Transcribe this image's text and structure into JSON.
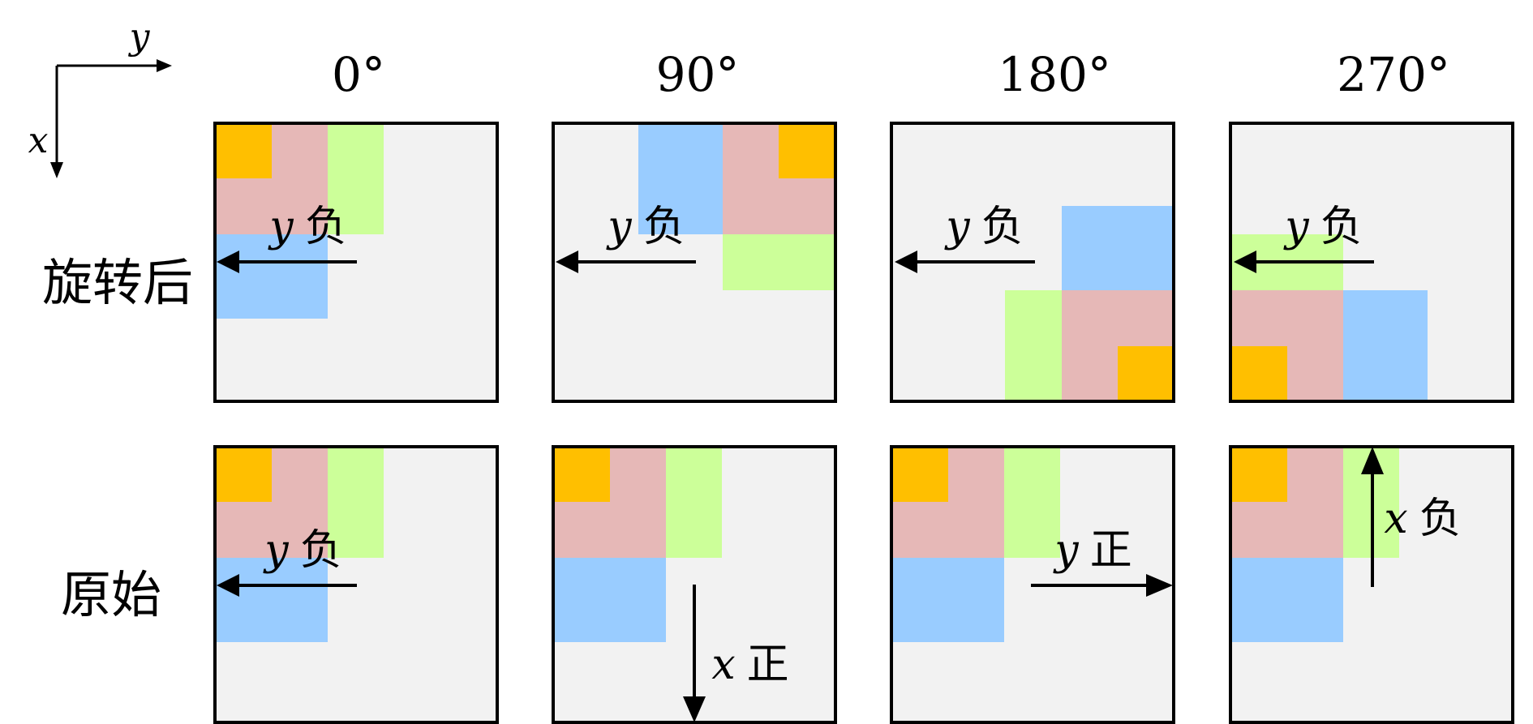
{
  "axes": {
    "x": "x",
    "y": "y"
  },
  "columns": [
    "0°",
    "90°",
    "180°",
    "270°"
  ],
  "rows": [
    "旋转后",
    "原始"
  ],
  "colors": {
    "panel_bg": "#f2f2f2",
    "orange": "#ffbf00",
    "pink": "#e6b8b7",
    "green": "#ccff99",
    "blue": "#99ccff",
    "stroke": "#000000"
  },
  "arrow_labels": {
    "rotated": [
      {
        "var": "y",
        "dir": "负"
      },
      {
        "var": "y",
        "dir": "负"
      },
      {
        "var": "y",
        "dir": "负"
      },
      {
        "var": "y",
        "dir": "负"
      }
    ],
    "original": [
      {
        "var": "y",
        "dir": "负"
      },
      {
        "var": "x",
        "dir": "正"
      },
      {
        "var": "y",
        "dir": "正"
      },
      {
        "var": "x",
        "dir": "负"
      }
    ]
  }
}
